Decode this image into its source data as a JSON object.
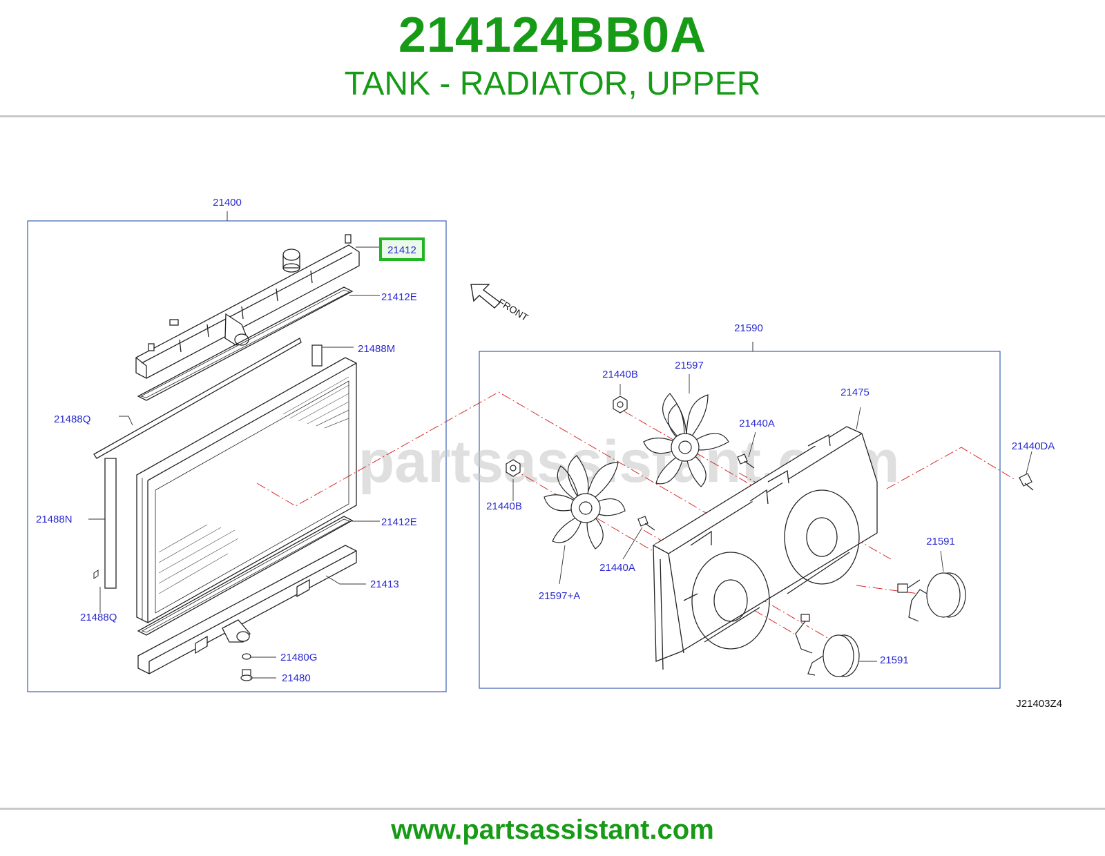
{
  "header": {
    "part_number": "214124BB0A",
    "description": "TANK - RADIATOR, UPPER"
  },
  "diagram": {
    "watermark": "www.partsassistant.com",
    "front_label": "FRONT",
    "diagram_code": "J21403Z4",
    "highlight_color": "#22b522",
    "label_color": "#2a2ad0",
    "labels": {
      "l21400": "21400",
      "l21412": "21412",
      "l21412E_top": "21412E",
      "l21488M": "21488M",
      "l21488Q_top": "21488Q",
      "l21488N": "21488N",
      "l21412E_bottom": "21412E",
      "l21413": "21413",
      "l21488Q_bottom": "21488Q",
      "l21480G": "21480G",
      "l21480": "21480",
      "l21590": "21590",
      "l21597": "21597",
      "l21440B_top": "21440B",
      "l21475": "21475",
      "l21440A_top": "21440A",
      "l21440DA": "21440DA",
      "l21440B_bottom": "21440B",
      "l21440A_bottom": "21440A",
      "l21591_right": "21591",
      "l21597A": "21597+A",
      "l21591_bottom": "21591"
    }
  },
  "footer": {
    "url": "www.partsassistant.com"
  }
}
